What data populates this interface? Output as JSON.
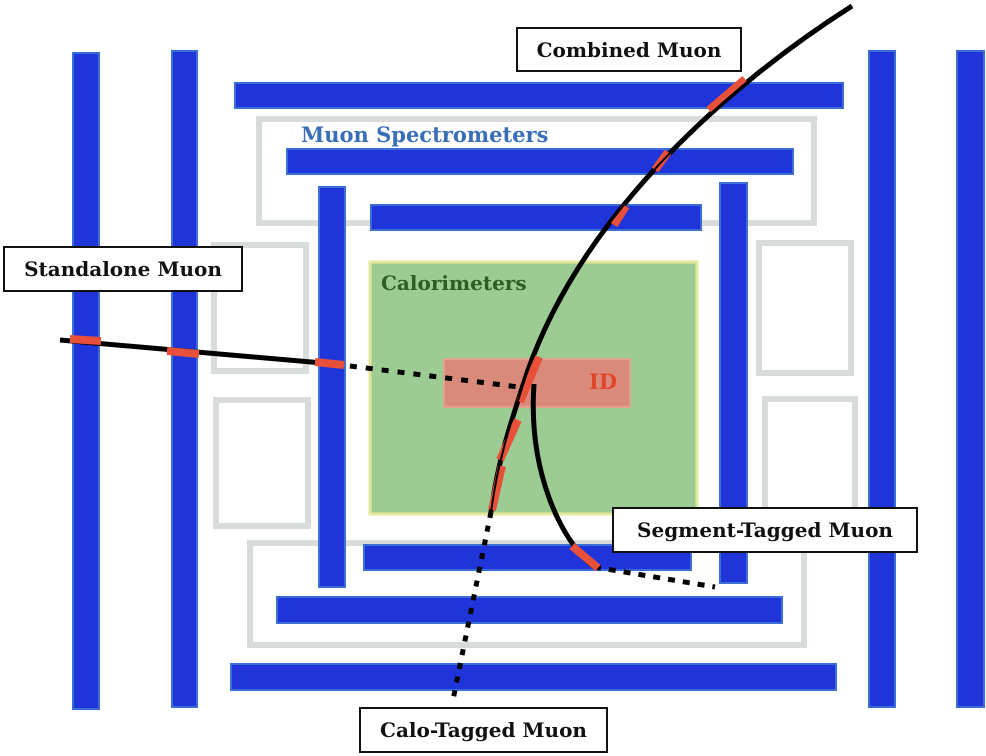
{
  "labels": {
    "combined": "Combined Muon",
    "standalone": "Standalone Muon",
    "segment_tagged": "Segment-Tagged Muon",
    "calo_tagged": "Calo-Tagged Muon",
    "spectrometers": "Muon Spectrometers",
    "calorimeters": "Calorimeters",
    "id": "ID"
  },
  "colors": {
    "chamber": "#1f35d9",
    "chamber_edge": "#3b6fd6",
    "support_frame": "#d7dcda",
    "calorimeter_fill": "#9ccc93",
    "calorimeter_edge": "#e6e69a",
    "id_fill": "#d98a7a",
    "id_text": "#e2442a",
    "hit": "#e8503a",
    "track": "#000000",
    "spectrometer_text": "#3a6fb8",
    "calorimeter_text": "#2e5e26"
  }
}
